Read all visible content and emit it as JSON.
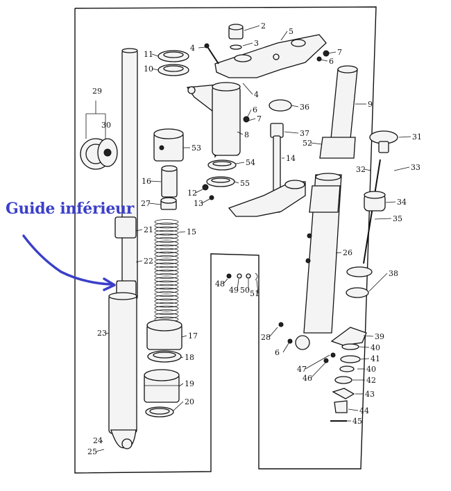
{
  "annotation": {
    "text": "Guide inférieur",
    "color": "#3b3fc8"
  },
  "labels": {
    "p2": "2",
    "p3": "3",
    "p4": "4",
    "p4b": "4",
    "p5": "5",
    "p6": "6",
    "p6b": "6",
    "p6c": "6",
    "p7": "7",
    "p7b": "7",
    "p8": "8",
    "p9": "9",
    "p10": "10",
    "p11": "11",
    "p12": "12",
    "p13": "13",
    "p14": "14",
    "p15": "15",
    "p16": "16",
    "p17": "17",
    "p18": "18",
    "p19": "19",
    "p20": "20",
    "p21": "21",
    "p22": "22",
    "p23": "23",
    "p24": "24",
    "p25": "25",
    "p26": "26",
    "p27": "27",
    "p28": "28",
    "p29": "29",
    "p30": "30",
    "p31": "31",
    "p32": "32",
    "p33": "33",
    "p34": "34",
    "p35": "35",
    "p36": "36",
    "p37": "37",
    "p38": "38",
    "p39": "39",
    "p40": "40",
    "p40b": "40",
    "p41": "41",
    "p42": "42",
    "p43": "43",
    "p44": "44",
    "p45": "45",
    "p46": "46",
    "p47": "47",
    "p48": "48",
    "p49": "49",
    "p50": "50",
    "p51": "51",
    "p52": "52",
    "p53": "53",
    "p54": "54",
    "p55": "55"
  }
}
